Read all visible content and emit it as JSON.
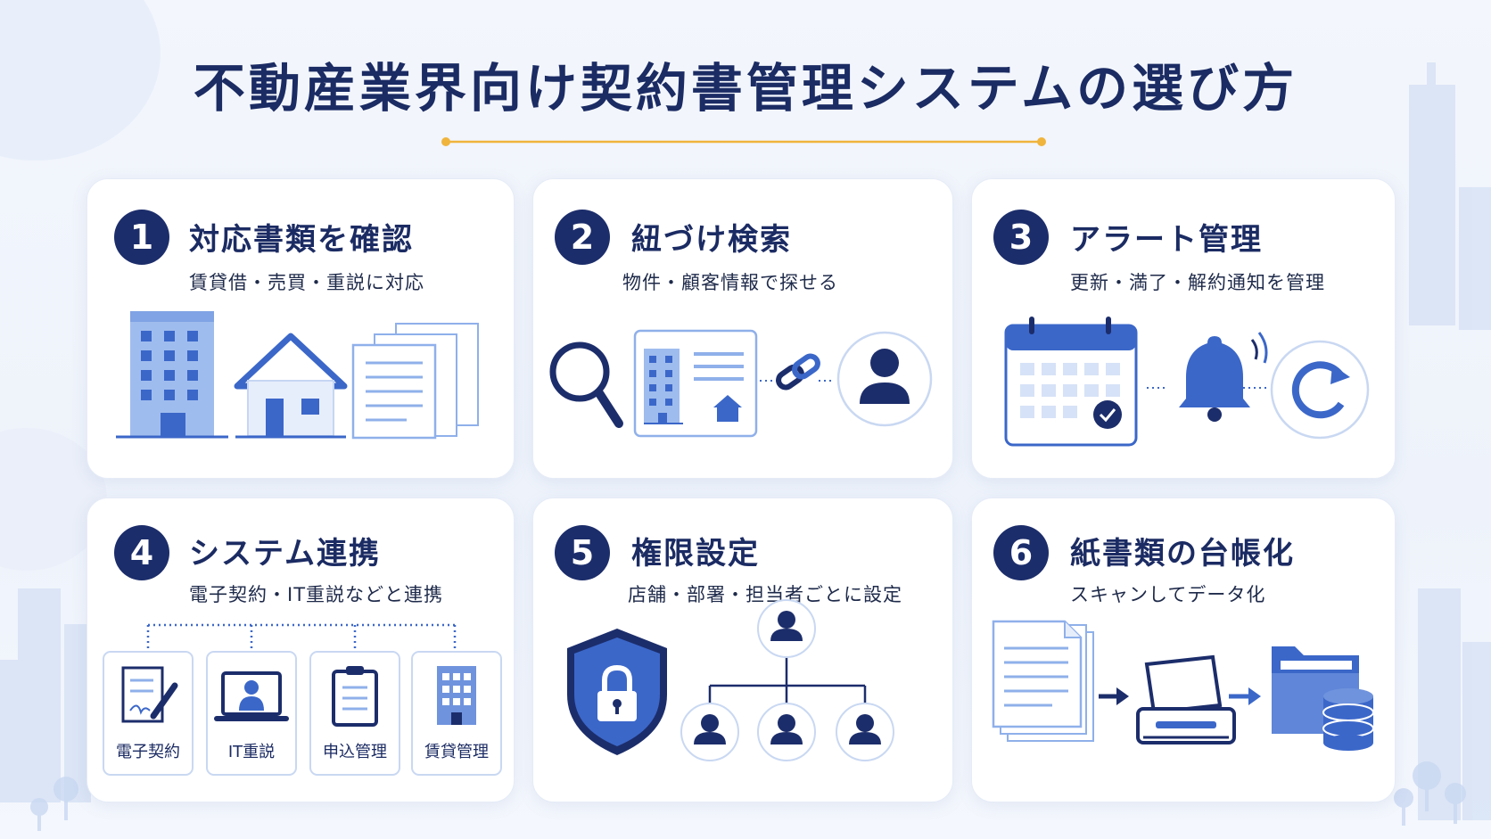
{
  "title": "不動産業界向け契約書管理システムの選び方",
  "colors": {
    "navy": "#1c2d6b",
    "blue": "#3b67c9",
    "light_blue": "#8fb0ea",
    "accent_gold": "#f0b43c"
  },
  "cards": [
    {
      "number": "1",
      "title": "対応書類を確認",
      "subtitle": "賃貸借・売買・重説に対応",
      "icons": [
        "office-building-icon",
        "house-icon",
        "documents-icon"
      ]
    },
    {
      "number": "2",
      "title": "紐づけ検索",
      "subtitle": "物件・顧客情報で探せる",
      "icons": [
        "magnifier-icon",
        "property-record-icon",
        "link-icon",
        "customer-icon"
      ]
    },
    {
      "number": "3",
      "title": "アラート管理",
      "subtitle": "更新・満了・解約通知を管理",
      "icons": [
        "calendar-icon",
        "bell-icon",
        "refresh-icon"
      ]
    },
    {
      "number": "4",
      "title": "システム連携",
      "subtitle": "電子契約・IT重説などと連携",
      "tiles": [
        "電子契約",
        "IT重説",
        "申込管理",
        "賃貸管理"
      ]
    },
    {
      "number": "5",
      "title": "権限設定",
      "subtitle": "店舗・部署・担当者ごとに設定",
      "icons": [
        "shield-lock-icon",
        "org-chart-icon"
      ]
    },
    {
      "number": "6",
      "title": "紙書類の台帳化",
      "subtitle": "スキャンしてデータ化",
      "icons": [
        "paper-document-icon",
        "scanner-icon",
        "folder-database-icon"
      ]
    }
  ]
}
